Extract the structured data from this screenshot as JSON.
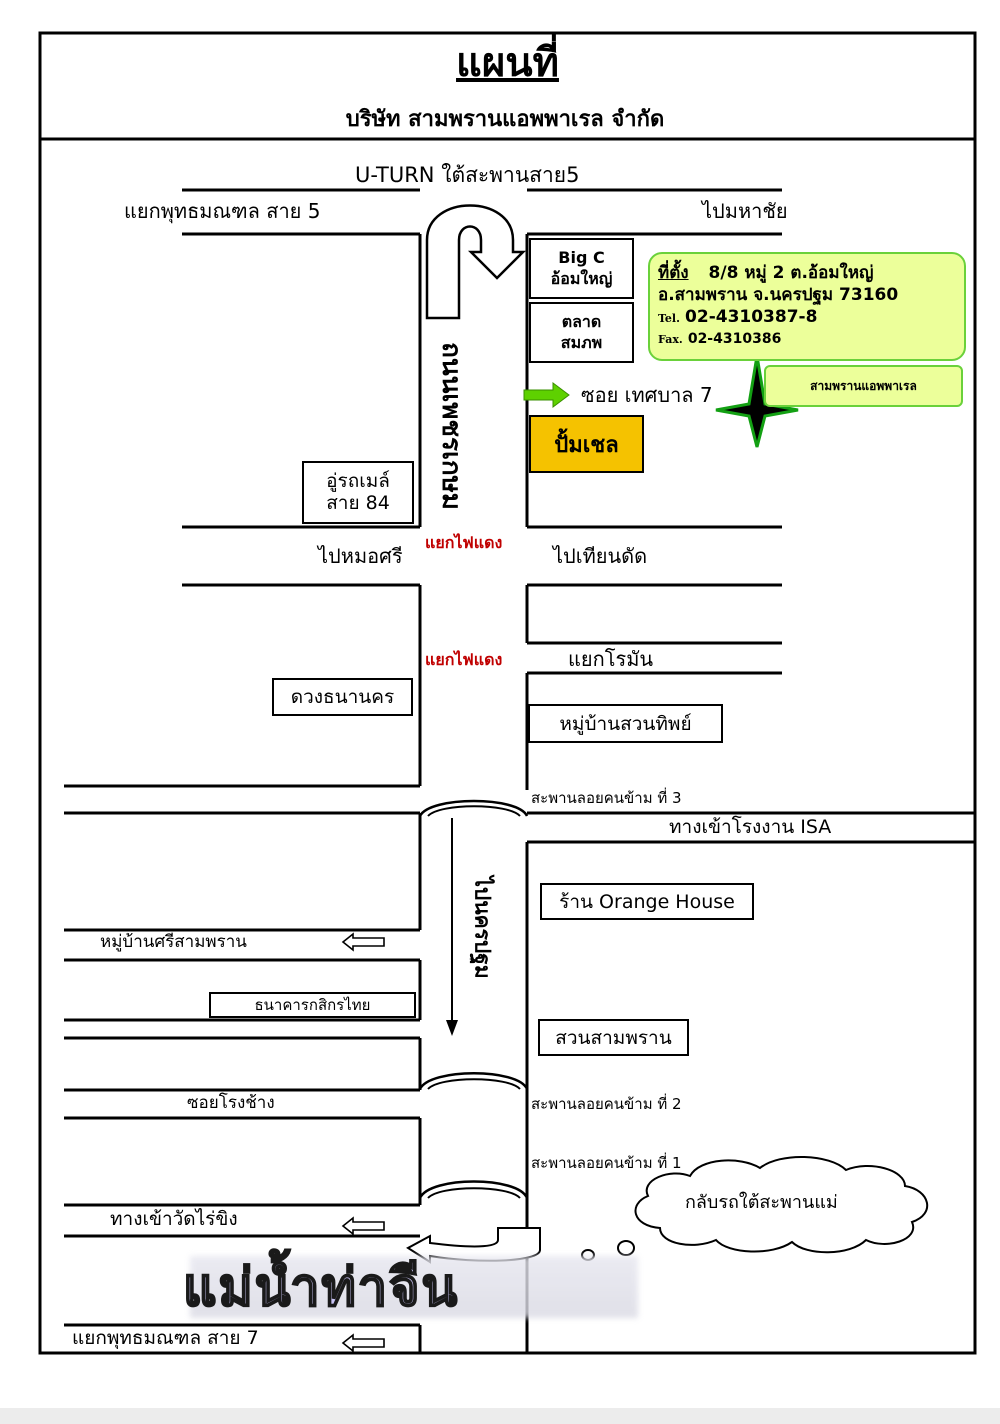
{
  "title": "แผนที่",
  "subtitle": "บริษัท สามพรานแอพพาเรล จำกัด",
  "colors": {
    "address_fill": "#ecff9a",
    "address_border": "#6ad13a",
    "arrow_green": "#5ed100",
    "shell_yellow": "#f5c200",
    "red_text": "#c00000",
    "river_text": "#c9c4f4"
  },
  "labels": {
    "uturn": "U-TURN ใต้สะพานสาย5",
    "junction_phutthamonthon5": "แยกพุทธมณฑล   สาย 5",
    "to_mahachai": "ไปมหาชัย",
    "road_name": "ถนนเพชรเกษม",
    "soi_thetsaban": "ซอย เทศบาล 7",
    "to_mo_si": "ไปหมอศรี",
    "traffic_light_1": "แยกไฟแดง",
    "to_tian_dat": "ไปเทียนดัด",
    "traffic_light_2": "แยกไฟแดง",
    "junction_roman": "แยกโรมัน",
    "bridge_3": "สะพานลอยคนข้าม ที่ 3",
    "isa_entrance": "ทางเข้าโรงงาน ISA",
    "to_nakhon_pathom": "ไปนครปฐม",
    "village_si_sam_phran": "หมู่บ้านศรีสามพราน",
    "soi_rong_chang": "ซอยโรงช้าง",
    "bridge_2": "สะพานลอยคนข้าม ที่ 2",
    "bridge_1": "สะพานลอยคนข้าม ที่ 1",
    "wat_rai_khing": "ทางเข้าวัดไร่ขิง",
    "river": "แม่น้ำท่าจีน",
    "junction_phutthamonthon7": "แยกพุทธมณฑล สาย 7",
    "u_turn_under_bridge": "กลับรถใต้สะพานแม่"
  },
  "landmarks": {
    "big_c_line1": "Big C",
    "big_c_line2": "อ้อมใหญ่",
    "market_line1": "ตลาด",
    "market_line2": "สมภพ",
    "shell": "ปั้มเชล",
    "garage_line1": "อู่รถเมล์",
    "garage_line2": "สาย 84",
    "duang_thanakorn": "ดวงธนานคร",
    "village_suan_thip": "หมู่บ้านสวนทิพย์",
    "orange_house": "ร้าน Orange House",
    "kasikorn": "ธนาคารกสิกรไทย",
    "suan_sam_phran": "สวนสามพราน",
    "company_tag": "สามพรานแอพพาเรล"
  },
  "address": {
    "location_label": "ที่ตั้ง",
    "line1": "8/8  หมู่ 2   ต.อ้อมใหญ่",
    "line2": "อ.สามพราน   จ.นครปฐม   73160",
    "tel_label": "Tel.",
    "tel": "02-4310387-8",
    "fax_label": "Fax.",
    "fax": "02-4310386"
  }
}
